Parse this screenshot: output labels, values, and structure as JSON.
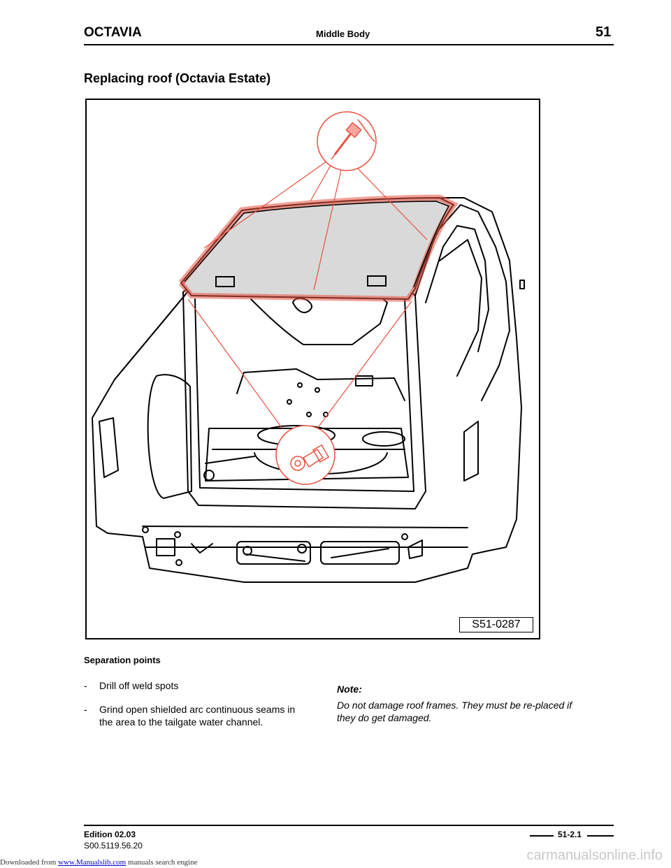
{
  "header": {
    "model": "OCTAVIA",
    "section": "Middle Body",
    "chapter": "51"
  },
  "title": "Replacing roof (Octavia Estate)",
  "figure": {
    "label": "S51-0287",
    "highlight_color": "#e8513f",
    "roof_fill": "#d9d9d9"
  },
  "separation": {
    "heading": "Separation points",
    "steps": [
      {
        "bullet": "-",
        "text": "Drill off weld spots"
      },
      {
        "bullet": "-",
        "text": "Grind open shielded arc continuous seams in the area to the tailgate water channel."
      }
    ]
  },
  "note": {
    "heading": "Note:",
    "text": "Do not damage roof frames. They must be re-placed if they do get damaged."
  },
  "footer": {
    "edition": "Edition 02.03",
    "doc_number": "S00.5119.56.20",
    "page_code": "51-2.1"
  },
  "download": {
    "prefix": "Downloaded from ",
    "link": "www.Manualslib.com",
    "suffix": " manuals search engine"
  },
  "watermark": "carmanualsonline.info"
}
